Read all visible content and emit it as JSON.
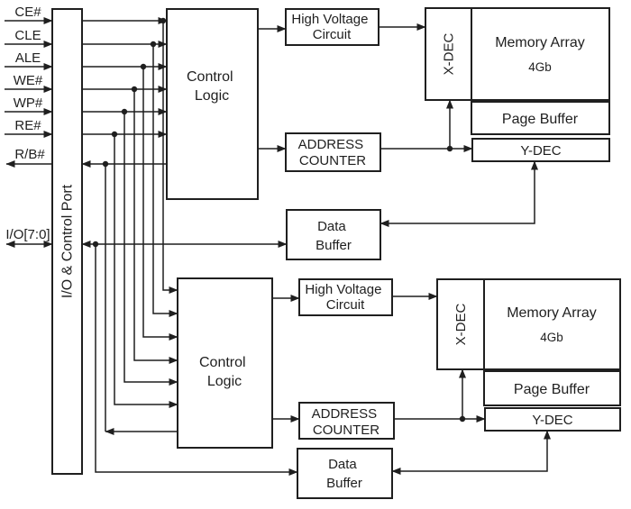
{
  "io_signals": [
    {
      "label": "CE#",
      "direction": "in"
    },
    {
      "label": "CLE",
      "direction": "in"
    },
    {
      "label": "ALE",
      "direction": "in"
    },
    {
      "label": "WE#",
      "direction": "in"
    },
    {
      "label": "WP#",
      "direction": "in"
    },
    {
      "label": "RE#",
      "direction": "in"
    },
    {
      "label": "R/B#",
      "direction": "out"
    },
    {
      "label": "I/O[7:0]",
      "direction": "bidirectional"
    }
  ],
  "io_port": {
    "label": "I/O & Control Port"
  },
  "planes": [
    {
      "control_logic": {
        "lines": [
          "Control",
          "Logic"
        ]
      },
      "high_voltage_circuit": {
        "lines": [
          "High Voltage",
          "Circuit"
        ]
      },
      "address_counter": {
        "lines": [
          "ADDRESS",
          "COUNTER"
        ]
      },
      "data_buffer": {
        "lines": [
          "Data",
          "Buffer"
        ]
      },
      "x_dec": {
        "label": "X-DEC"
      },
      "memory_array": {
        "label": "Memory Array",
        "capacity": "4Gb"
      },
      "page_buffer": {
        "label": "Page Buffer"
      },
      "y_dec": {
        "label": "Y-DEC"
      }
    },
    {
      "control_logic": {
        "lines": [
          "Control",
          "Logic"
        ]
      },
      "high_voltage_circuit": {
        "lines": [
          "High Voltage",
          "Circuit"
        ]
      },
      "address_counter": {
        "lines": [
          "ADDRESS",
          "COUNTER"
        ]
      },
      "data_buffer": {
        "lines": [
          "Data",
          "Buffer"
        ]
      },
      "x_dec": {
        "label": "X-DEC"
      },
      "memory_array": {
        "label": "Memory Array",
        "capacity": "4Gb"
      },
      "page_buffer": {
        "label": "Page Buffer"
      },
      "y_dec": {
        "label": "Y-DEC"
      }
    }
  ],
  "colors": {
    "ink": "#1f1f1f",
    "background": "#ffffff"
  }
}
